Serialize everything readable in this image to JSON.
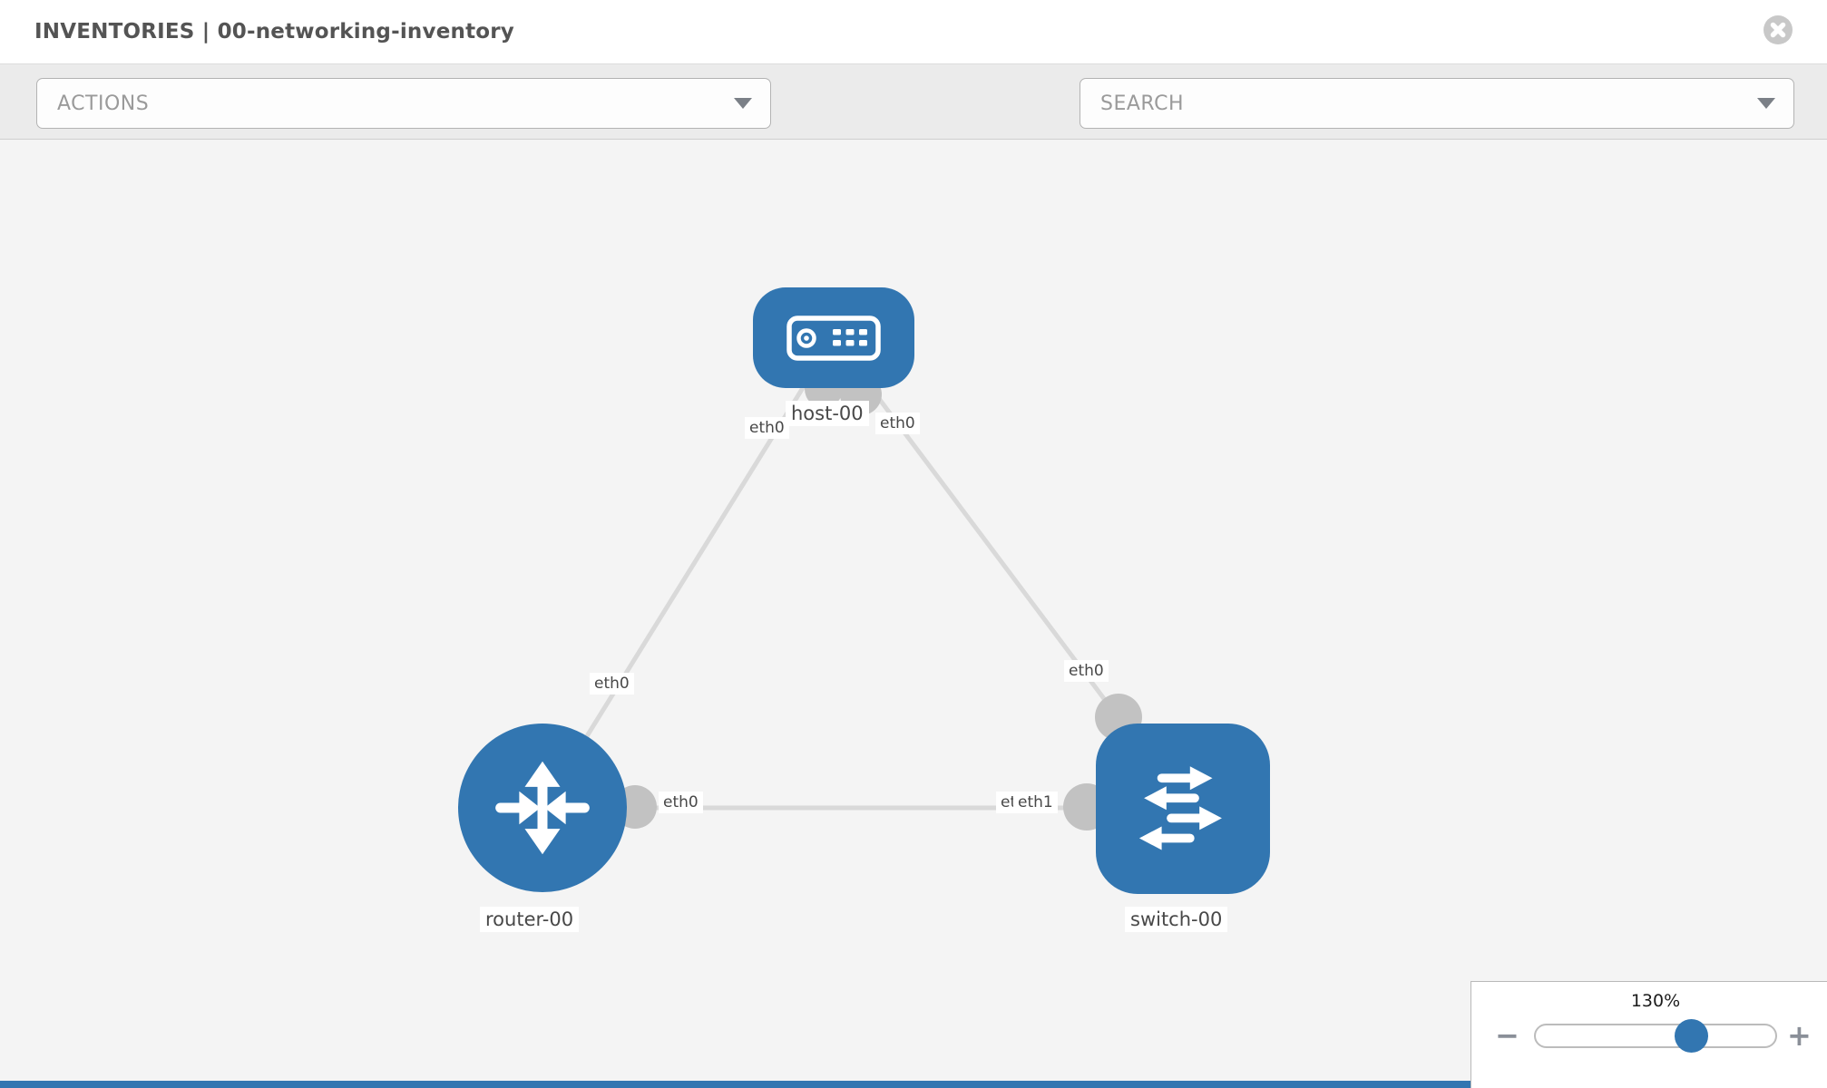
{
  "header": {
    "title": "INVENTORIES | 00-networking-inventory"
  },
  "toolbar": {
    "actions_label": "ACTIONS",
    "search_placeholder": "SEARCH"
  },
  "topology": {
    "nodes": [
      {
        "id": "host-00",
        "type": "host",
        "label": "host-00",
        "shape": "rounded-rect",
        "color": "#3276b1"
      },
      {
        "id": "router-00",
        "type": "router",
        "label": "router-00",
        "shape": "circle",
        "color": "#3276b1"
      },
      {
        "id": "switch-00",
        "type": "switch",
        "label": "switch-00",
        "shape": "rounded-square",
        "color": "#3276b1"
      }
    ],
    "links": [
      {
        "source": "host-00",
        "source_interface": "eth0",
        "target": "router-00",
        "target_interface": "eth0"
      },
      {
        "source": "host-00",
        "source_interface": "eth0",
        "target": "switch-00",
        "target_interface": "eth0"
      },
      {
        "source": "router-00",
        "source_interface": "eth0",
        "target": "switch-00",
        "target_interface": "eth1",
        "occluded_target_label": "eth0"
      }
    ],
    "interface_labels": {
      "hr_host_end": "eth0",
      "hr_router_end": "eth0",
      "hs_host_end": "eth0",
      "hs_switch_end": "eth0",
      "rs_router_end": "eth0",
      "rs_switch_end_top": "eth1",
      "rs_switch_end_under": "eth0"
    }
  },
  "zoom_control": {
    "value_label": "130%",
    "percent": 130,
    "slider_fraction": 0.65,
    "minus_label": "−",
    "plus_label": "+"
  },
  "icons": {
    "close-icon": "circle with white x",
    "wrench-icon": "wrench glyph",
    "key-icon": "key glyph",
    "chevron-down-icon": "down triangle",
    "host-icon": "server faceplate",
    "router-icon": "four inward/outward arrows",
    "switch-icon": "four alternating horizontal arrows"
  },
  "colors": {
    "node_blue": "#3276b1",
    "link_gray": "#d9d9d9",
    "connector_gray": "#c2c2c2",
    "toolbar_bg": "#ebebeb",
    "canvas_bg": "#f4f4f4",
    "footer_blue": "#3276b1"
  }
}
